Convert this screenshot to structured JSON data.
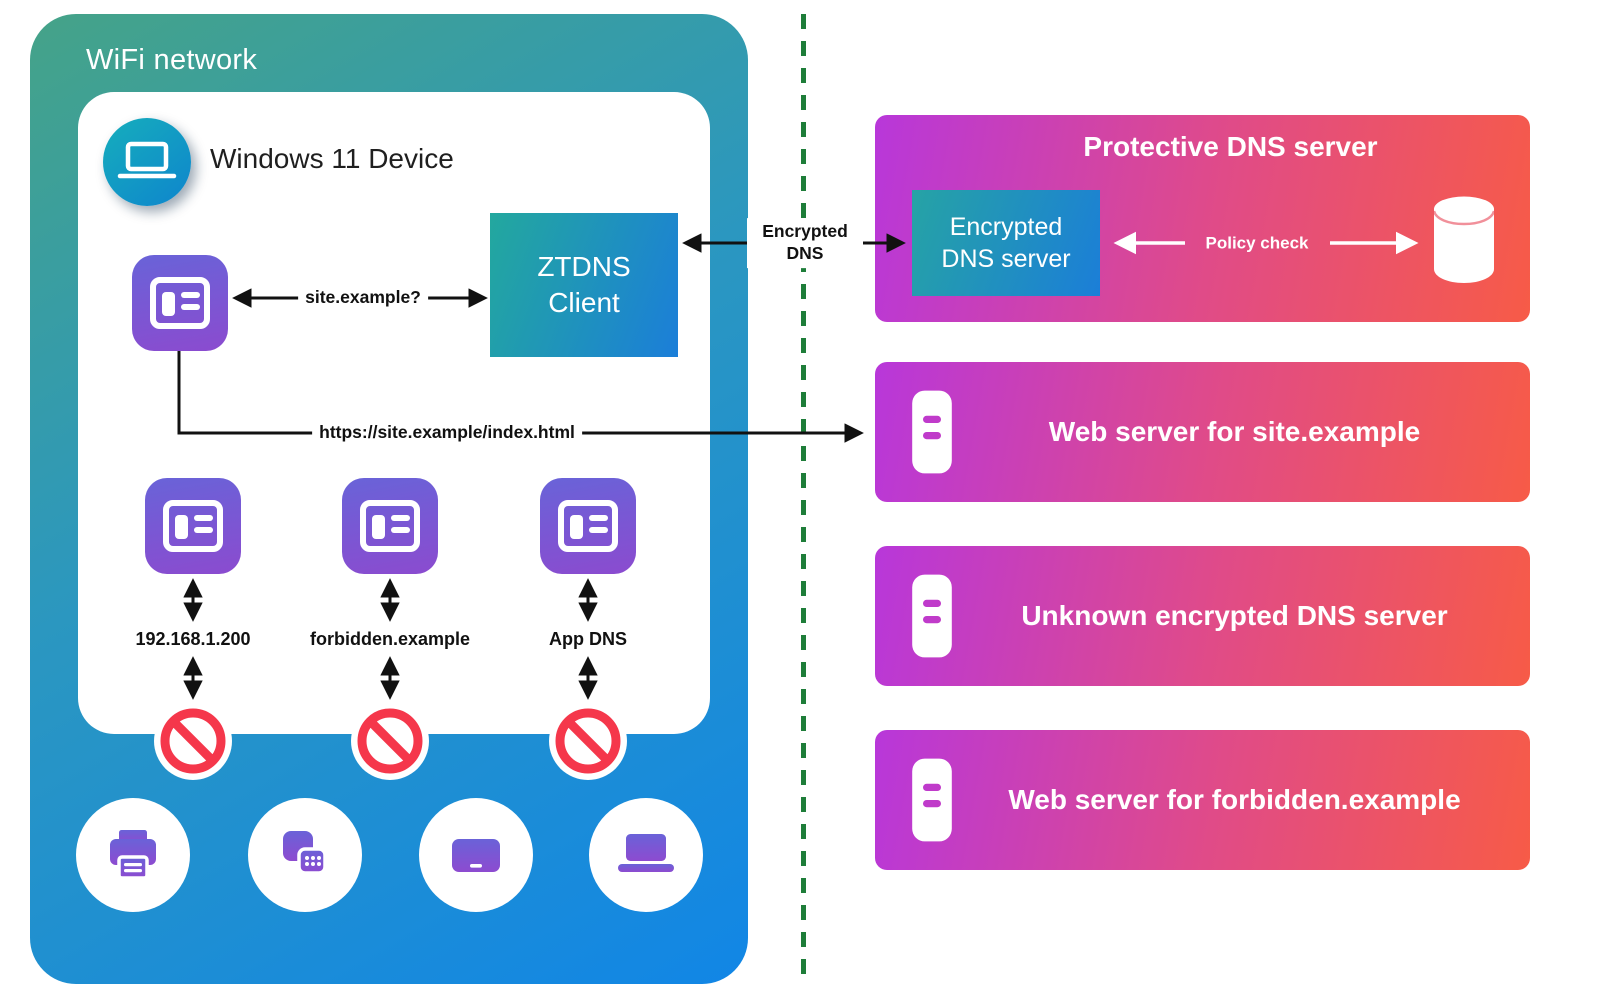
{
  "wifi": {
    "title": "WiFi network"
  },
  "device": {
    "title": "Windows 11 Device",
    "ztdns_client": "ZTDNS Client",
    "dns_query": "site.example?",
    "http_request": "https://site.example/index.html",
    "blocked": [
      {
        "label": "192.168.1.200"
      },
      {
        "label": "forbidden.example"
      },
      {
        "label": "App DNS"
      }
    ]
  },
  "connections": {
    "encrypted_dns": "Encrypted DNS",
    "policy_check": "Policy check"
  },
  "protective_dns": {
    "title": "Protective DNS server",
    "encrypted_server": "Encrypted DNS server"
  },
  "servers": [
    {
      "title": "Web server for site.example"
    },
    {
      "title": "Unknown encrypted DNS server"
    },
    {
      "title": "Web server for forbidden.example"
    }
  ],
  "icons": {
    "device_badge": "laptop-icon",
    "app": "app-window-icon",
    "blocked": "prohibition-icon",
    "policy_store": "database-icon",
    "server": "server-icon",
    "network_devices": [
      "printer-icon",
      "fax-icon",
      "tablet-icon",
      "laptop-icon"
    ]
  },
  "colors": {
    "wifi_gradient_start": "#45a388",
    "wifi_gradient_end": "#1186e6",
    "panel_gradient_start": "#b837da",
    "panel_gradient_end": "#f75b47",
    "teal_gradient_start": "#23a89e",
    "teal_gradient_end": "#1b7ed9",
    "icon_purple_start": "#6963d8",
    "icon_purple_end": "#8b4bcf",
    "blocked_red": "#f5374b",
    "divider_green": "#1e7d39"
  }
}
